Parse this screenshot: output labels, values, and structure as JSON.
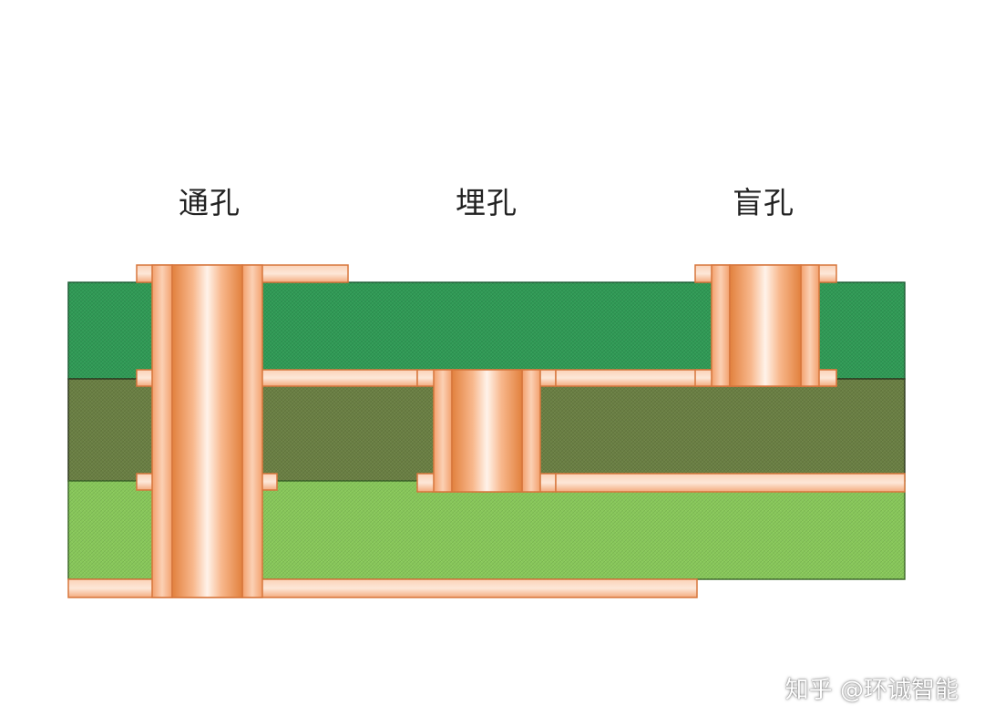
{
  "labels": {
    "through_hole": "通孔",
    "buried_via": "埋孔",
    "blind_via": "盲孔"
  },
  "watermark": "知乎 @环诚智能",
  "colors": {
    "layer_top": "#2f9a55",
    "layer_mid": "#6a7f43",
    "layer_bottom": "#88c85a",
    "copper": "#f7b48a",
    "copper_dark": "#e07a3a",
    "copper_edge": "#c8642e"
  }
}
